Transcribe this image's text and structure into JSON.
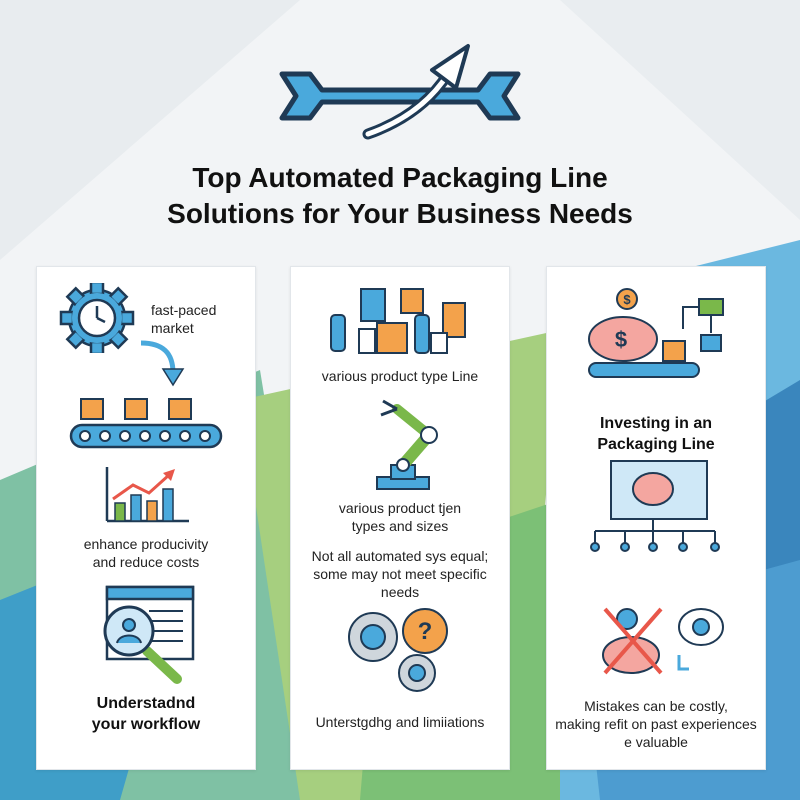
{
  "header": {
    "title_line1": "Top Automated Packaging Line",
    "title_line2": "Solutions for Your Business Needs",
    "logo_icon": "wrench-arrow-icon"
  },
  "colors": {
    "blue": "#4aa9dc",
    "navy": "#1f3a55",
    "orange": "#f3a24b",
    "green": "#7ab84a",
    "red": "#e8574a",
    "pink": "#f4a6a0"
  },
  "panel1": {
    "caption1": "fast-paced\nmarket",
    "caption2": "enhance producivity\nand reduce costs",
    "caption3": "Understadnd\nyour workflow"
  },
  "panel2": {
    "caption1": "various product type Line",
    "caption2": "various product tjen\ntypes and sizes",
    "caption3": "Not all automated sys equal;\nsome may not meet specific needs",
    "caption4": "Unterstgdhg and limiiations"
  },
  "panel3": {
    "caption1": "Investing in an\nPackaging Line",
    "caption2": "Mistakes can be costly,\nmaking refit on past experiences\ne valuable"
  }
}
